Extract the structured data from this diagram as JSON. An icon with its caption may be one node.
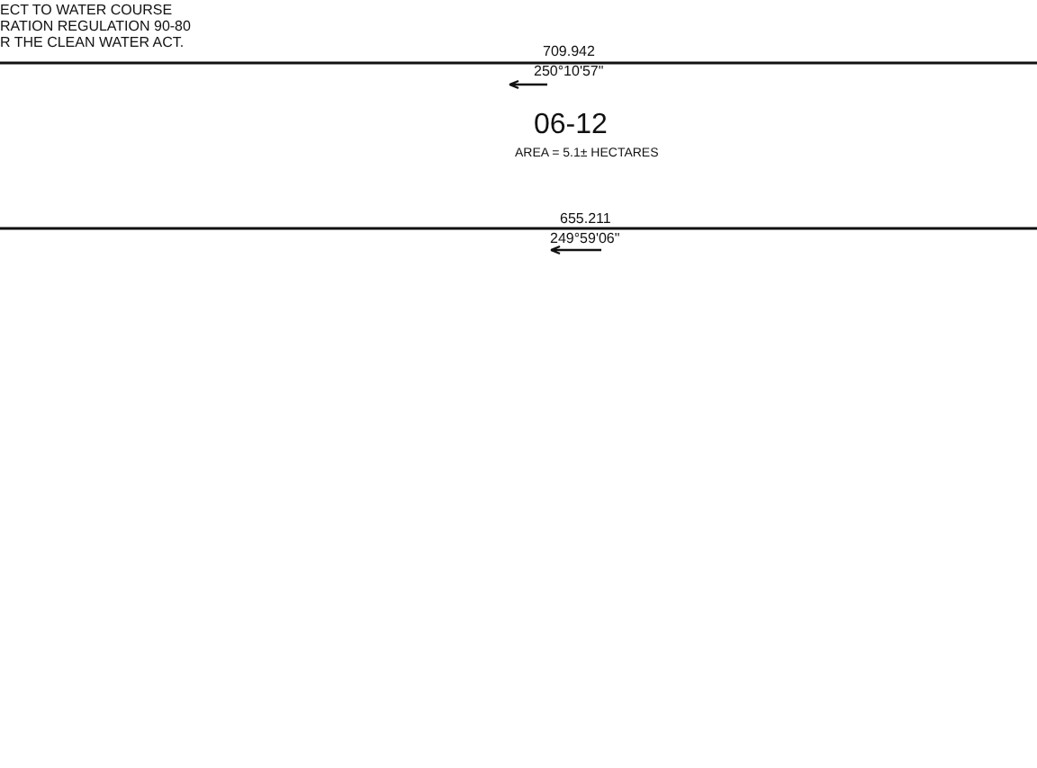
{
  "diagram": {
    "labels": [
      "ECT TO WATER COURSE",
      "RATION REGULATION 90-80",
      "R THE CLEAN WATER ACT.",
      "709.942",
      "250°10'57\"",
      "06-12",
      "AREA = 5.1± HECTARES",
      "655.211",
      "249°59'06\""
    ]
  }
}
